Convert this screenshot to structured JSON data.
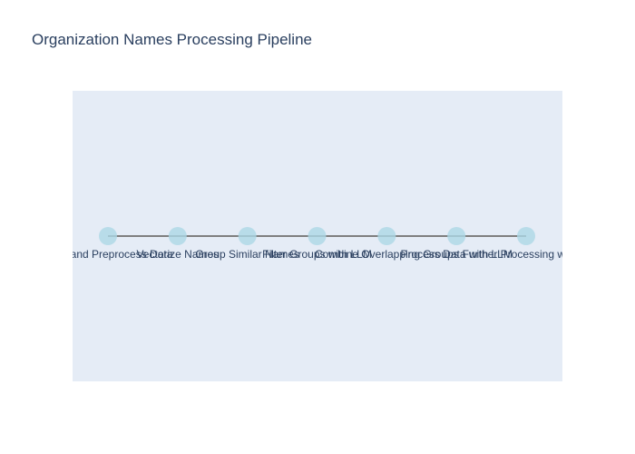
{
  "title": "Organization Names Processing Pipeline",
  "diagram": {
    "type": "pipeline",
    "connector_color": "#7f7f7f",
    "node_color": "#add8e6",
    "plot_background": "#e5ecf6",
    "steps": [
      {
        "label": "Load and Preprocess Data"
      },
      {
        "label": "Vectorize Names"
      },
      {
        "label": "Group Similar Names"
      },
      {
        "label": "Filter Groups with LLM"
      },
      {
        "label": "Combine Overlapping Groups"
      },
      {
        "label": "Process Data with LLM"
      },
      {
        "label": "Further Processing with W"
      }
    ]
  }
}
